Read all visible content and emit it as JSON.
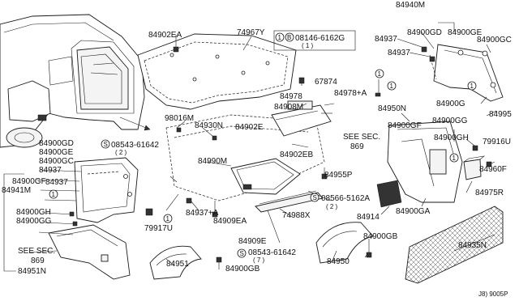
{
  "labels": {
    "p84940M": "84940M",
    "p84902EA": "84902EA",
    "p74967Y": "74967Y",
    "bolt_code": "08146-6162G",
    "bolt_qty": "( 1 )",
    "p84937_top1": "84937",
    "p84937_top2": "84937",
    "p84900GD_top": "84900GD",
    "p84900GE": "84900GE",
    "p84900GC_top": "84900GC",
    "p67874": "67874",
    "p84978": "84978",
    "p84908M": "84908M",
    "p84978A": "84978+A",
    "p84950N": "84950N",
    "p84900G_right": "84900G",
    "p84995": "84995",
    "p98016M": "98016M",
    "p84930N": "84930N",
    "p84902E": "84902E",
    "see_sec_869_right_a": "SEE SEC.",
    "see_sec_869_right_b": "869",
    "p84900GF_right": "84900GF",
    "p84900GG_right": "84900GG",
    "p84900GH_right": "84900GH",
    "p79916U": "79916U",
    "p84900GD_left": "84900GD",
    "p84900GE_left": "84900GE",
    "p84900GC_left": "84900GC",
    "p84937_left1": "84937",
    "p84937_left2": "84937",
    "p84941M": "84941M",
    "screw_code_1": "08543-61642",
    "screw_qty_1": "( 2 )",
    "p84990M": "84990M",
    "p84902EB": "84902EB",
    "p84955P": "84955P",
    "p84960F": "84960F",
    "p84975R": "84975R",
    "p84900GF_left": "84900GF",
    "p84900GH_left": "84900GH",
    "p84900GG_left": "84900GG",
    "p79917U": "79917U",
    "p84937A": "84937+A",
    "p84909EA": "84909EA",
    "screw_code_2": "08566-5162A",
    "screw_qty_2": "( 2 )",
    "p74988X": "74988X",
    "p84914": "84914",
    "p84900GA": "84900GA",
    "see_sec_869_left_a": "SEE SEC.",
    "see_sec_869_left_b": "869",
    "p84951N": "84951N",
    "p84909E": "84909E",
    "p84951": "84951",
    "screw_code_3": "08543-61642",
    "screw_qty_3": "( 7 )",
    "p84900GB_bottom": "84900GB",
    "p84900GB_right": "84900GB",
    "p84950": "84950",
    "p84935N": "84935N",
    "ref_code": "J8) 9005P",
    "marker_s": "S",
    "marker_b": "B",
    "marker_1": "1"
  }
}
